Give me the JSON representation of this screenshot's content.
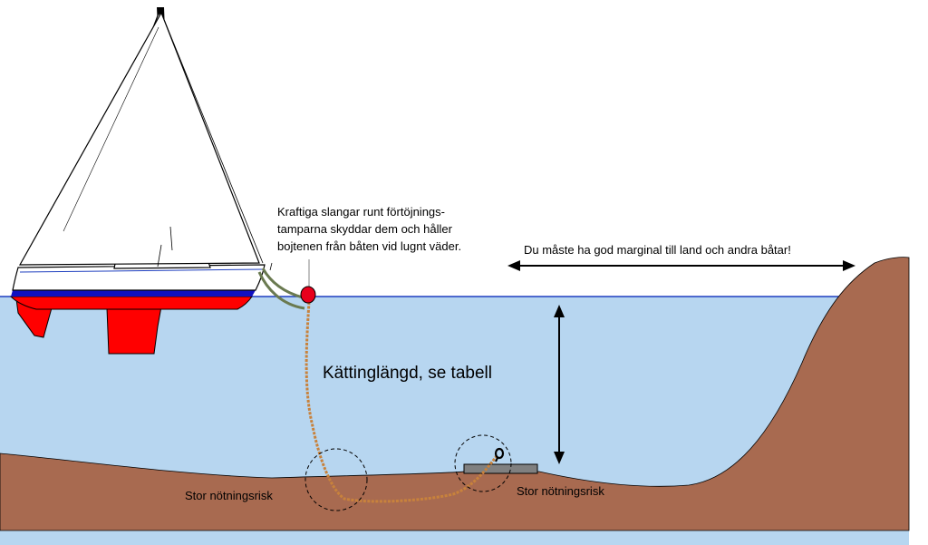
{
  "labels": {
    "hose_note": [
      "Kraftiga slangar runt förtöjnings-",
      "tamparna skyddar dem och håller",
      "bojtenen från båten vid lugnt väder."
    ],
    "margin_note": "Du måste ha god marginal till land och andra båtar!",
    "chain_length": "Kättinglängd, se tabell",
    "wear_risk_left": "Stor nötningsrisk",
    "wear_risk_right": "Stor nötningsrisk"
  },
  "colors": {
    "water": "#b7d6f0",
    "waterline": "#1f3fbf",
    "seabed": "#a86a50",
    "hull_bottom": "#ff0000",
    "hull_stripe": "#1010c0",
    "buoy": "#e8001c",
    "chain": "#c8823c",
    "hose": "#6a7a50",
    "anchor_block": "#808080"
  },
  "icons": {
    "boat": "sailboat-icon",
    "buoy": "buoy-icon",
    "anchor_block": "mooring-stone-icon",
    "shackle": "shackle-icon"
  }
}
